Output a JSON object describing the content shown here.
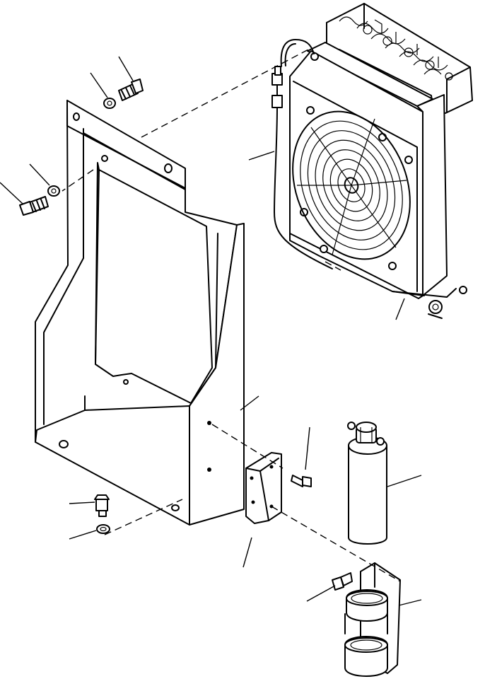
{
  "diagram": {
    "type": "exploded-parts-diagram",
    "background": "#ffffff",
    "line_color": "#000000",
    "components": [
      {
        "name": "mounting-cover"
      },
      {
        "name": "condenser-fan-unit"
      },
      {
        "name": "fan-guard"
      },
      {
        "name": "receiver-drier"
      },
      {
        "name": "drier-clamp-bracket"
      },
      {
        "name": "mounting-bracket"
      },
      {
        "name": "bolts"
      },
      {
        "name": "washers"
      },
      {
        "name": "electrical-connector"
      }
    ],
    "callout_count": 12
  }
}
